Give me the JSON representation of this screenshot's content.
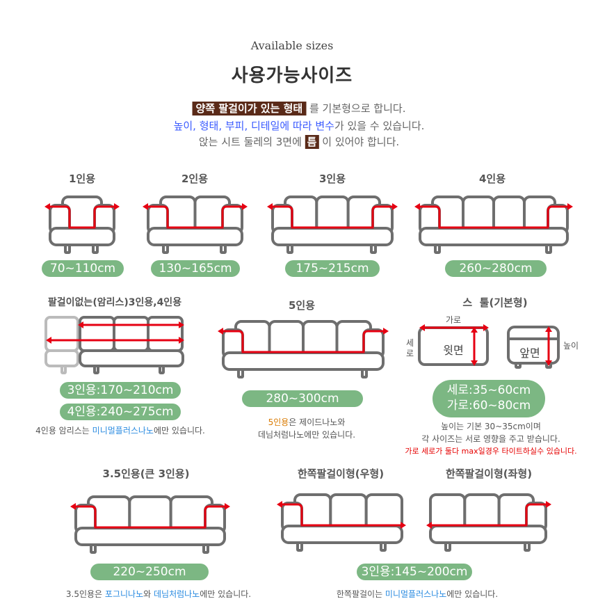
{
  "header": {
    "subtitle": "Available sizes",
    "title": "사용가능사이즈"
  },
  "intro": {
    "line1_highlight": "양쪽 팔걸이가 있는 형태",
    "line1_rest": "를 기본형으로 합니다.",
    "line2_blue": "높이, 형태, 부피, 디테일에 따라 변수",
    "line2_rest": "가 있을 수 있습니다.",
    "line3_a": "앉는 시트 둘레의 3면에",
    "line3_box": "틈",
    "line3_b": "이 있어야 합니다."
  },
  "sofas": {
    "s1": {
      "title": "1인용",
      "size": "70~110cm"
    },
    "s2": {
      "title": "2인용",
      "size": "130~165cm"
    },
    "s3": {
      "title": "3인용",
      "size": "175~215cm"
    },
    "s4": {
      "title": "4인용",
      "size": "260~280cm"
    },
    "armless": {
      "title": "팔걸이없는(암리스)3인용,4인용",
      "size3": "3인용:170~210cm",
      "size4": "4인용:240~275cm",
      "note_a": "4인용 암리스는 ",
      "note_blue": "미니멀플러스나노",
      "note_b": "에만 있습니다."
    },
    "s5": {
      "title": "5인용",
      "size": "280~300cm",
      "note_orange": "5인용",
      "note_a": "은 제이드나노와",
      "note_b": "데님처럼나노에만 있습니다."
    },
    "stool": {
      "title": "스  툴(기본형)",
      "label_width": "가로",
      "label_depth": "세로",
      "label_height": "높이",
      "top_face": "윗면",
      "front_face": "앞면",
      "size_depth": "세로:35~60cm",
      "size_width": "가로:60~80cm",
      "note1": "높이는 기본 30~35cm이며",
      "note2": "각 사이즈는 서로 영향을 주고 받습니다.",
      "note3": "가로 세로가 둘다 max일경우 타이트하실수 있습니다."
    },
    "s35": {
      "title": "3.5인용(큰 3인용)",
      "size": "220~250cm",
      "note_a": "3.5인용은 ",
      "note_blue1": "포그니나노",
      "note_mid": "와 ",
      "note_blue2": "데님처럼나노",
      "note_b": "에만 있습니다."
    },
    "one_arm": {
      "title_right": "한쪽팔걸이형(우형)",
      "title_left": "한쪽팔걸이형(좌형)",
      "size": "3인용:145~200cm",
      "note_a": "한쪽팔걸이는 ",
      "note_blue": "미니멀플러스나노",
      "note_b": "에만 있습니다."
    }
  },
  "colors": {
    "outline": "#6e6e6e",
    "arrow": "#e60012",
    "pill": "#7cb783",
    "highlight": "#5a2a18"
  }
}
